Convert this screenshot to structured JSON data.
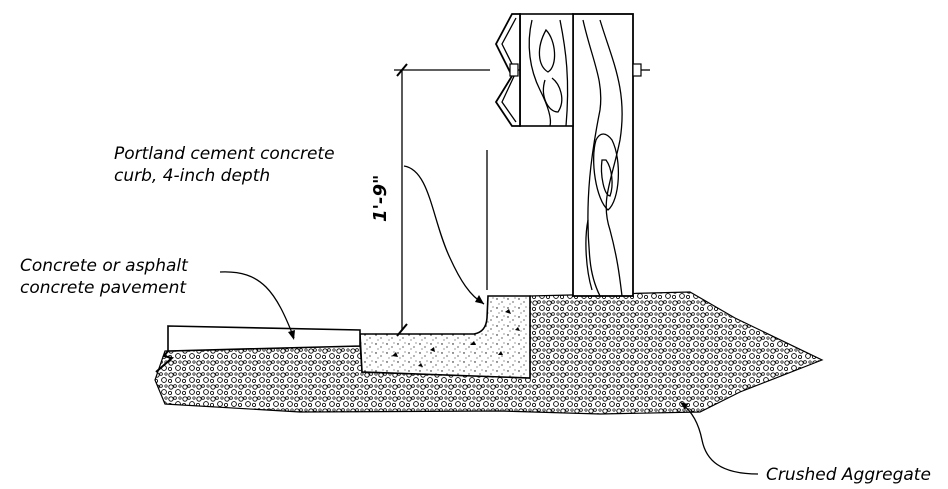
{
  "labels": {
    "curb_line1": "Portland cement concrete",
    "curb_line2": "curb, 4-inch depth",
    "pavement_line1": "Concrete or asphalt",
    "pavement_line2": "concrete pavement",
    "aggregate": "Crushed Aggregate"
  },
  "dimension": {
    "height": "1'-9\""
  }
}
